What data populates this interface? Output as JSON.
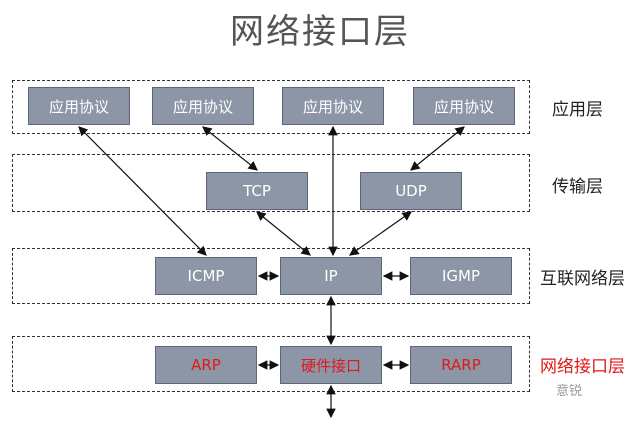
{
  "title": "网络接口层",
  "layers": {
    "application": {
      "label": "应用层",
      "protocols": [
        "应用协议",
        "应用协议",
        "应用协议",
        "应用协议"
      ]
    },
    "transport": {
      "label": "传输层",
      "protocols": [
        "TCP",
        "UDP"
      ]
    },
    "internet": {
      "label": "互联网络层",
      "protocols": [
        "ICMP",
        "IP",
        "IGMP"
      ]
    },
    "link": {
      "label": "网络接口层",
      "protocols": [
        "ARP",
        "硬件接口",
        "RARP"
      ]
    }
  },
  "watermark": "意锐",
  "colors": {
    "box_fill": "#8c96a6",
    "highlight_text": "#e01818"
  }
}
